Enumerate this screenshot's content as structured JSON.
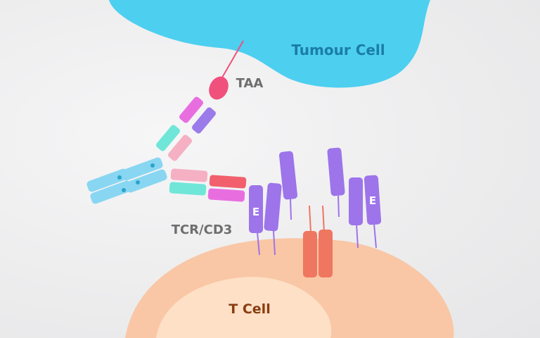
{
  "labels": {
    "tumour_cell": "Tumour Cell",
    "taa": "TAA",
    "tcr_cd3": "TCR/CD3",
    "t_cell": "T Cell",
    "epsilon_left": "E",
    "epsilon_right": "E"
  },
  "colors": {
    "tumour_cell": "#4dcff0",
    "tumour_label": "#1a7da8",
    "t_cell_outer": "#f9c7a6",
    "t_cell_inner": "#fde0c6",
    "t_cell_label": "#8a3d12",
    "label_gray": "#6e6e6e",
    "taa_antigen": "#f0507c",
    "light_blue_domain": "#88d6f2",
    "magenta_domain": "#e86ee0",
    "violet_domain": "#9b7bea",
    "teal_domain": "#6fe6d8",
    "pink_domain": "#f5b0c4",
    "red_domain": "#f1606c",
    "cd3_purple": "#9d74ea",
    "tcr_orange": "#ef7660"
  }
}
